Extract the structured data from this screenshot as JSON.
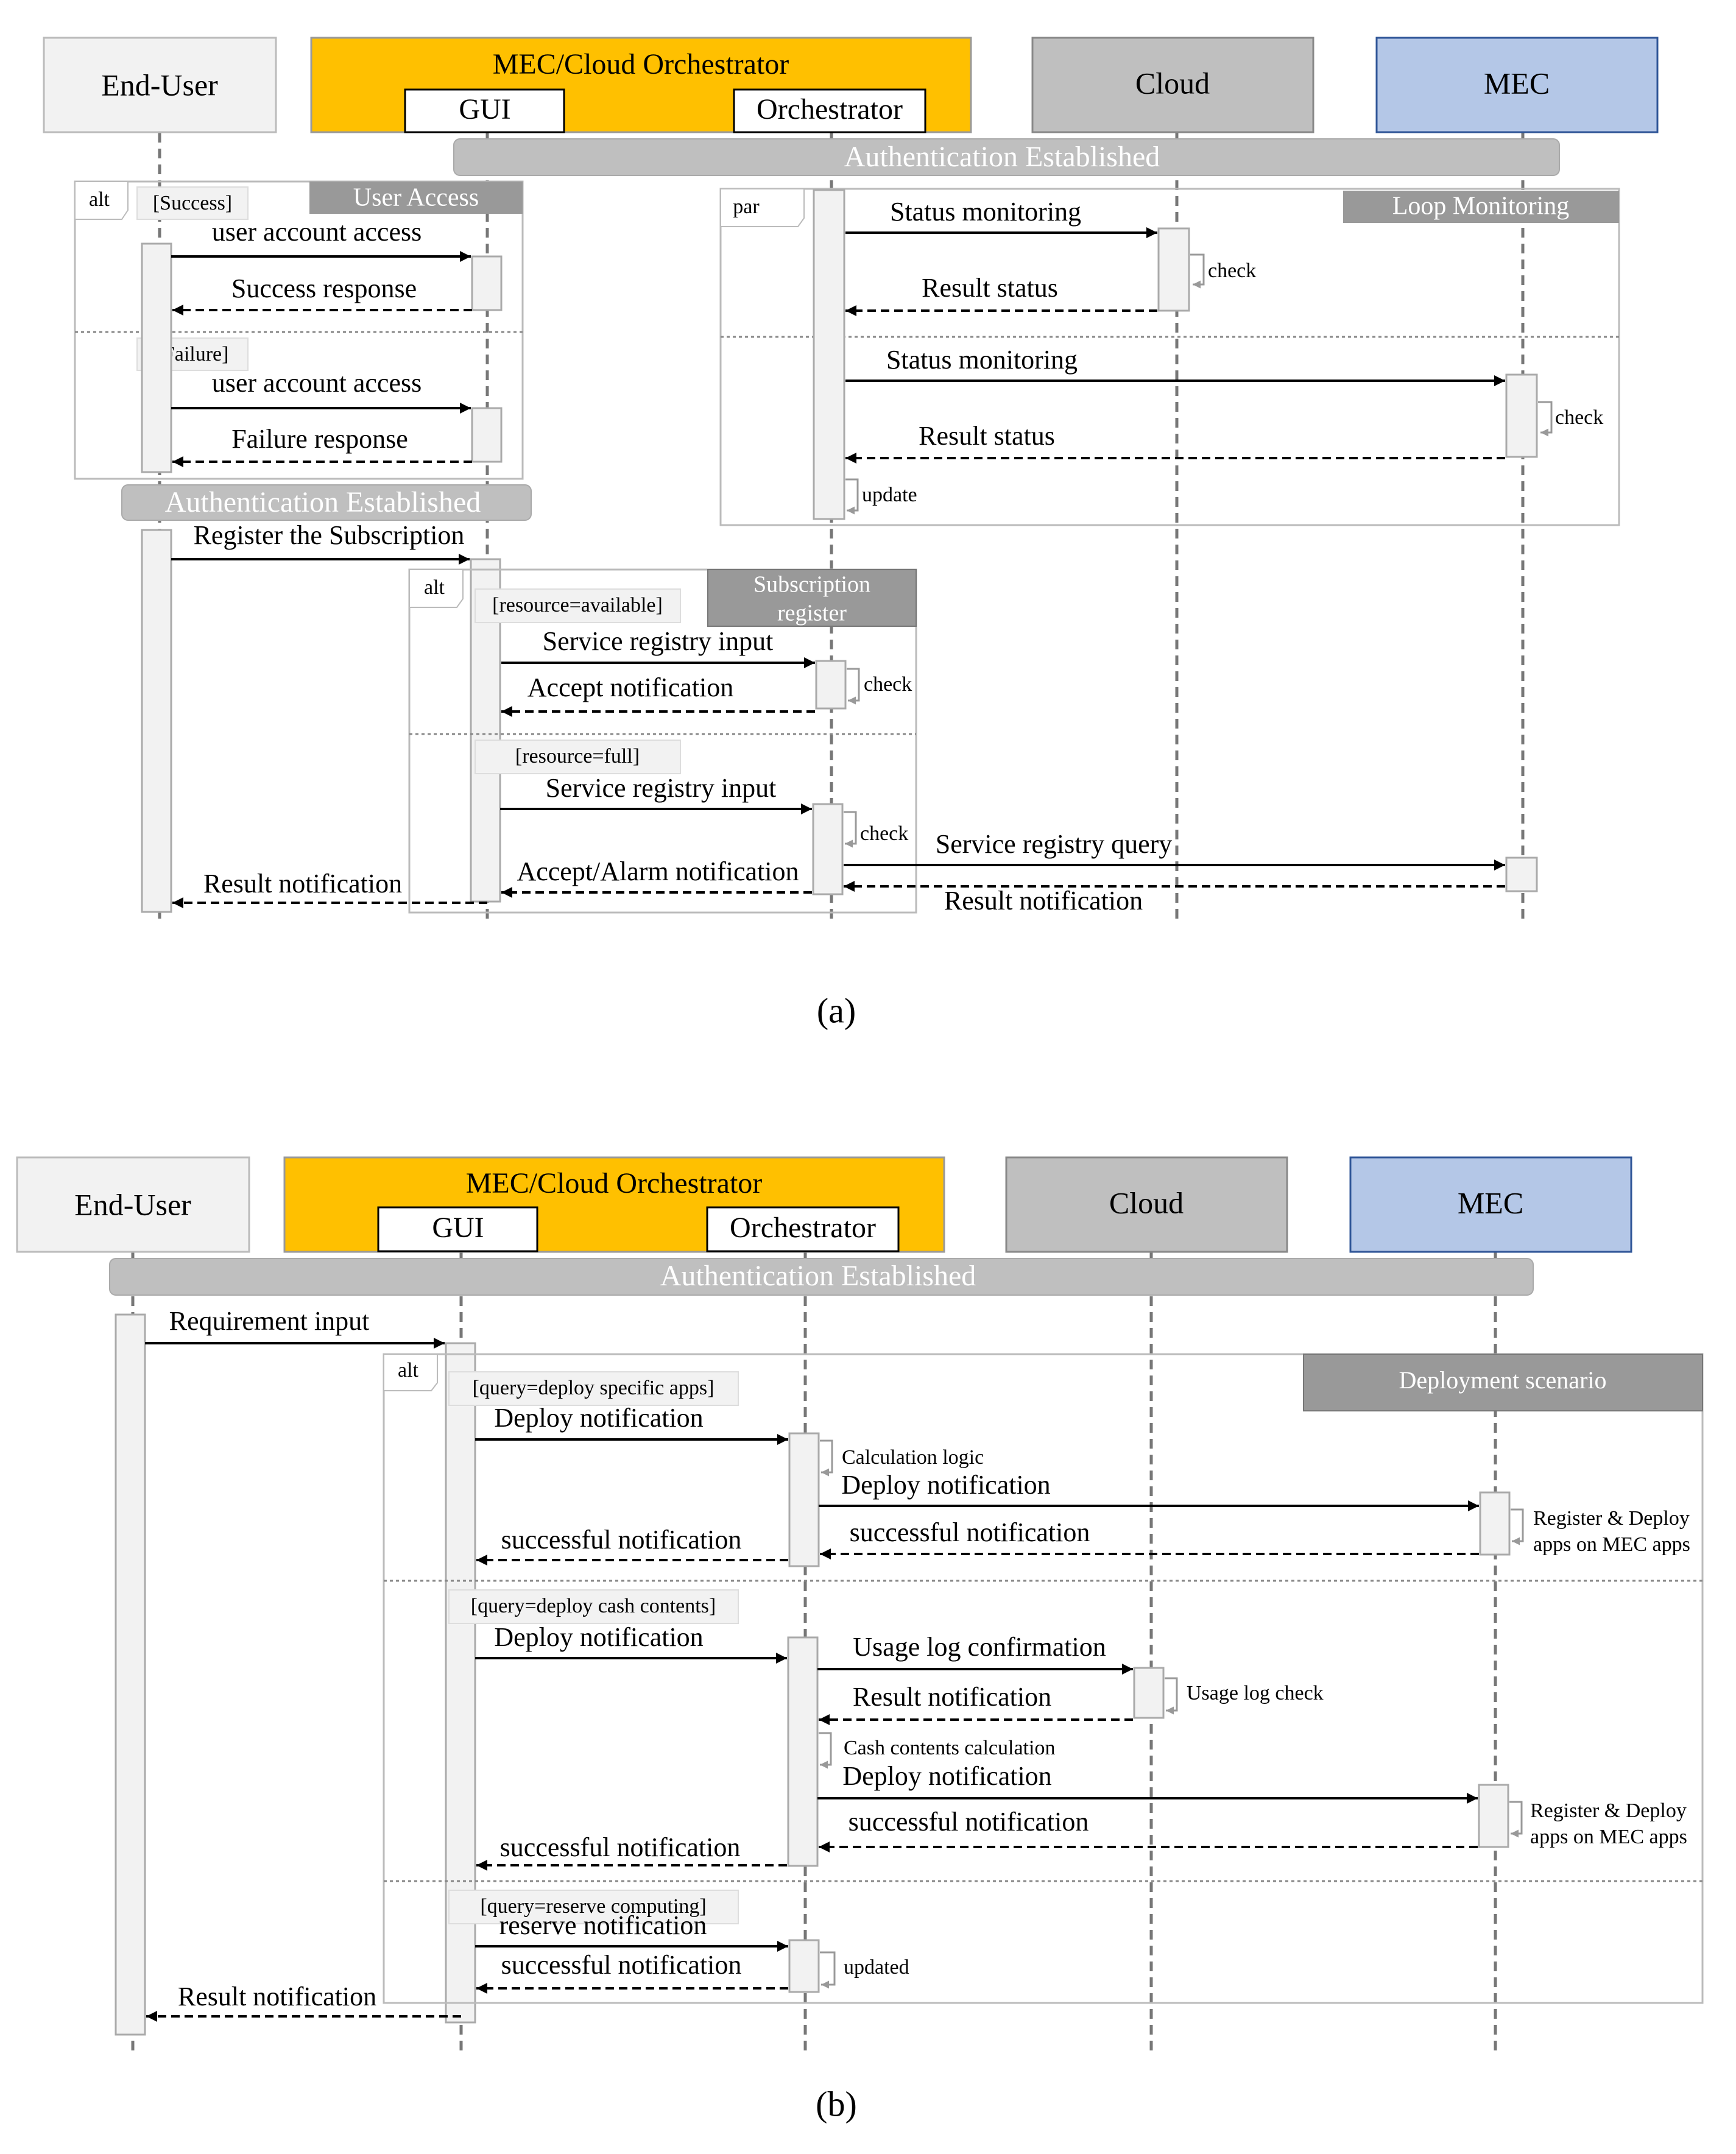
{
  "a": {
    "caption": "(a)",
    "end_user": "End-User",
    "orchestrator_group": "MEC/Cloud Orchestrator",
    "gui": "GUI",
    "orchestrator": "Orchestrator",
    "cloud": "Cloud",
    "mec": "MEC",
    "auth_top": "Authentication Established",
    "auth_left": "Authentication Established",
    "user_access": {
      "op": "alt",
      "title": "User Access",
      "guard1": "[Success]",
      "m1": "user account access",
      "m2": "Success response",
      "guard2": "[Failure]",
      "m3": "user account access",
      "m4": "Failure response"
    },
    "loop_monitoring": {
      "op": "par",
      "title": "Loop Monitoring",
      "m1": "Status monitoring",
      "check1": "check",
      "m2": "Result status",
      "m3": "Status monitoring",
      "check2": "check",
      "m4": "Result status",
      "update": "update"
    },
    "register_sub": "Register the Subscription",
    "subscription": {
      "op": "alt",
      "title_1": "Subscription",
      "title_2": "register",
      "guard1": "[resource=available]",
      "m1": "Service registry input",
      "check1": "check",
      "m2": "Accept notification",
      "guard2": "[resource=full]",
      "m3": "Service registry input",
      "check2": "check",
      "m4": "Service registry query",
      "m5": "Accept/Alarm notification",
      "m6": "Result notification",
      "m7": "Result notification"
    }
  },
  "b": {
    "caption": "(b)",
    "end_user": "End-User",
    "orchestrator_group": "MEC/Cloud Orchestrator",
    "gui": "GUI",
    "orchestrator": "Orchestrator",
    "cloud": "Cloud",
    "mec": "MEC",
    "auth": "Authentication Established",
    "req_input": "Requirement input",
    "deployment": {
      "op": "alt",
      "title": "Deployment scenario",
      "guard1": "[query=deploy specific apps]",
      "d1": "Deploy notification",
      "calc": "Calculation logic",
      "d2": "Deploy notification",
      "reg1_1": "Register & Deploy",
      "reg1_2": "apps on MEC apps",
      "s1": "successful notification",
      "s2": "successful notification",
      "guard2": "[query=deploy cash contents]",
      "d3": "Deploy notification",
      "usage": "Usage log confirmation",
      "usage_check": "Usage log check",
      "result": "Result notification",
      "cash_calc": "Cash contents calculation",
      "d4": "Deploy notification",
      "reg2_1": "Register & Deploy",
      "reg2_2": "apps on MEC apps",
      "s3": "successful notification",
      "s4": "successful notification",
      "guard3": "[query=reserve computing]",
      "reserve": "reserve notification",
      "updated": "updated",
      "s5": "successful notification"
    },
    "result_final": "Result notification"
  }
}
